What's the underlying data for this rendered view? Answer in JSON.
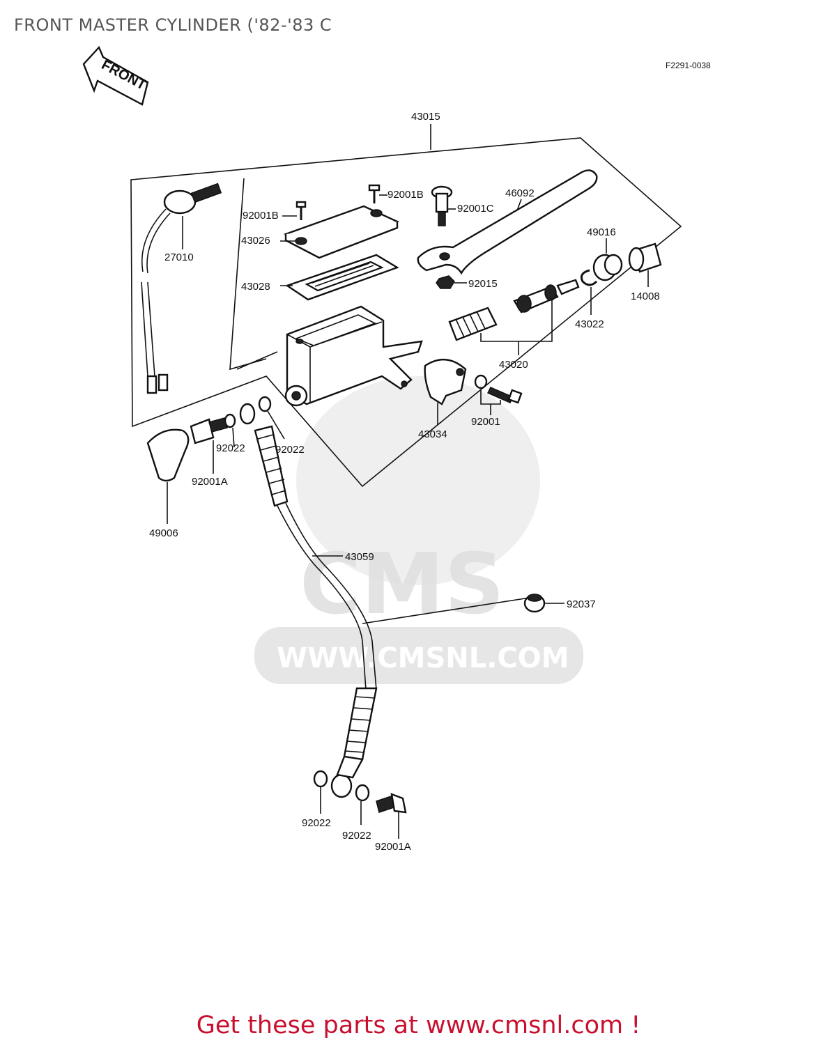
{
  "title": "FRONT MASTER CYLINDER ('82-'83 C",
  "figure_ref": "F2291-0038",
  "front_arrow_label": "FRONT",
  "watermark": {
    "logo": "CMS",
    "url": "WWW.CMSNL.COM"
  },
  "footer": "Get these parts at www.cmsnl.com !",
  "accent_color": "#c8102e",
  "parts": {
    "p43015": "43015",
    "p27010": "27010",
    "p92001B_a": "92001B",
    "p92001B_b": "92001B",
    "p92001C": "92001C",
    "p46092": "46092",
    "p43026": "43026",
    "p43028": "43028",
    "p49016": "49016",
    "p92015": "92015",
    "p14008": "14008",
    "p43022": "43022",
    "p43020": "43020",
    "p43034": "43034",
    "p92001": "92001",
    "p92022_a": "92022",
    "p92022_b": "92022",
    "p92001A_a": "92001A",
    "p49006": "49006",
    "p43059": "43059",
    "p92037": "92037",
    "p92022_c": "92022",
    "p92022_d": "92022",
    "p92001A_b": "92001A"
  }
}
